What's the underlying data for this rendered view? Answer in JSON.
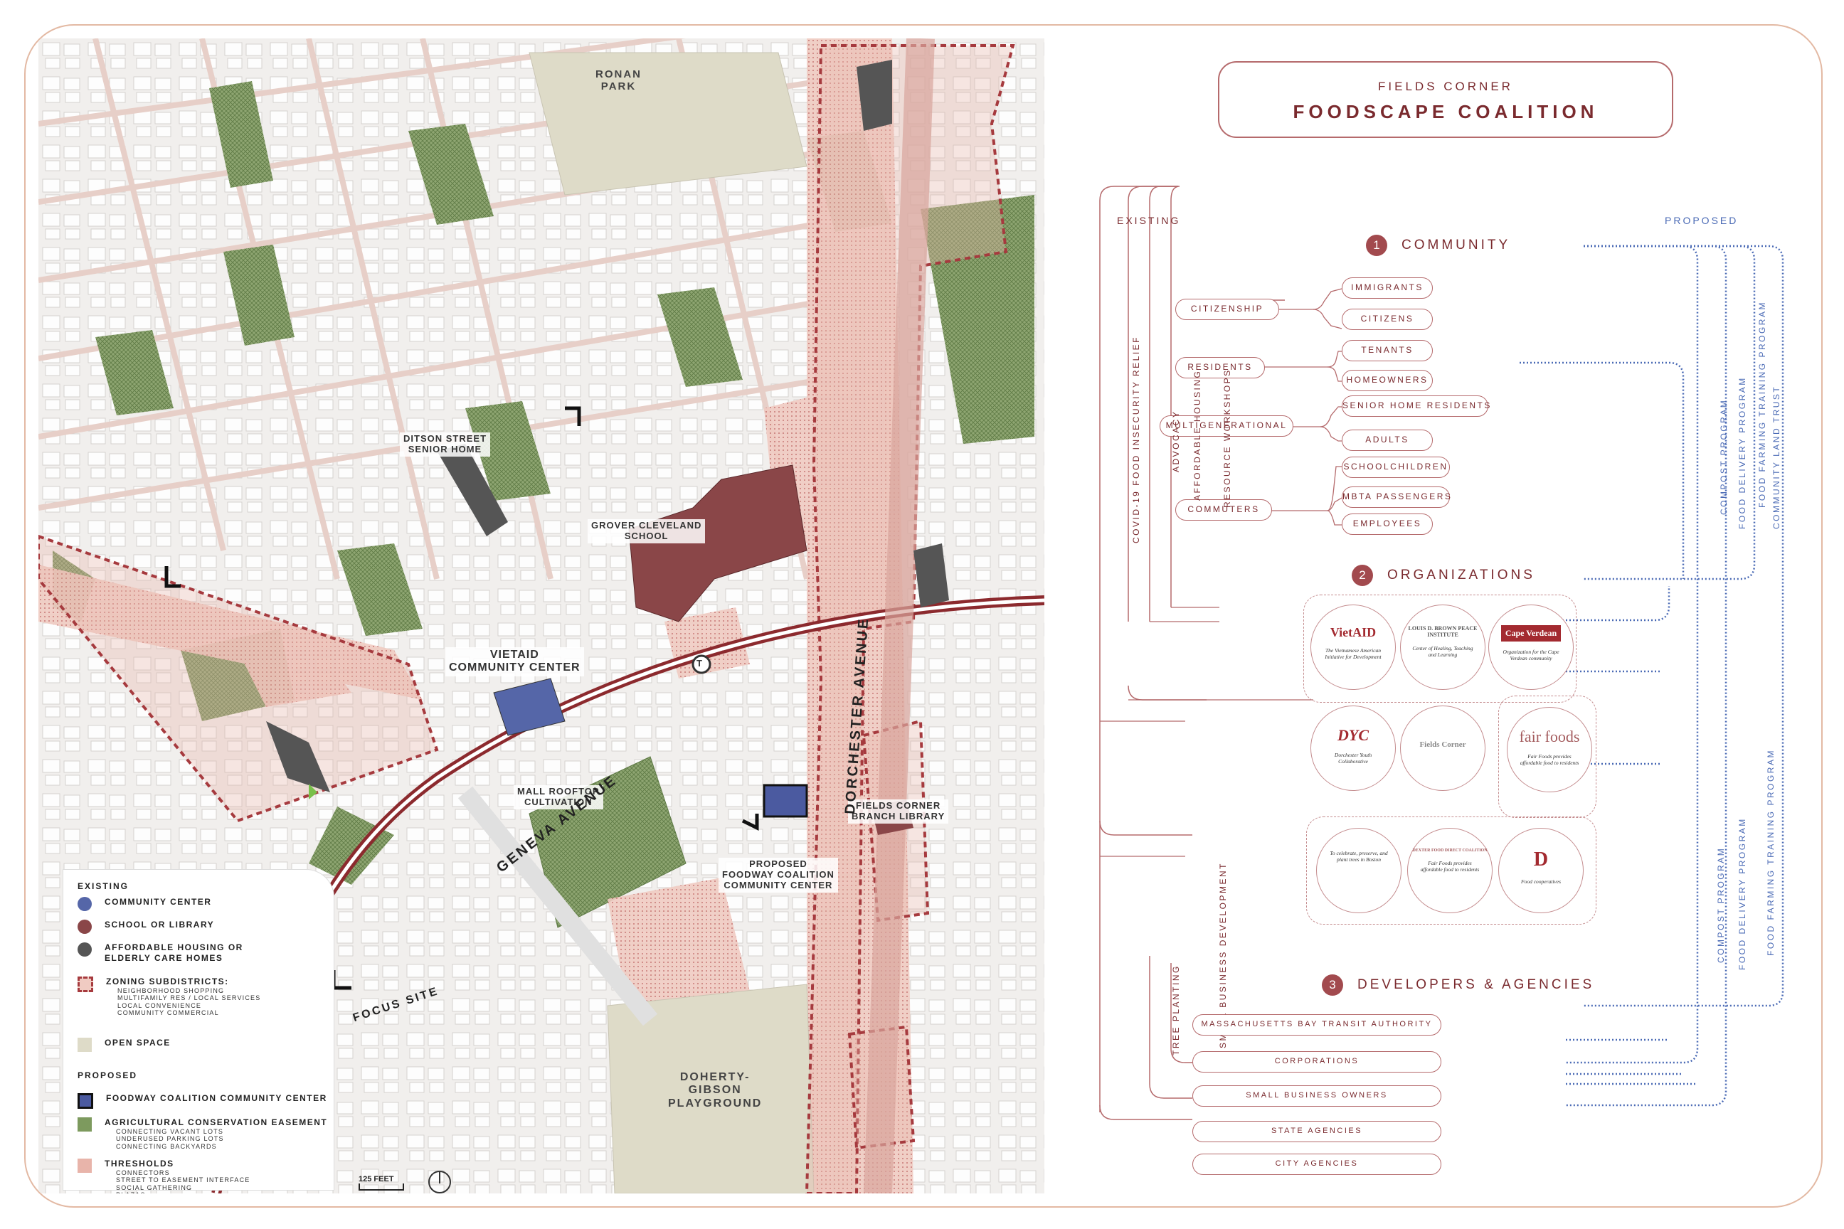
{
  "map": {
    "labels": {
      "ronan_park": "RONAN\nPARK",
      "ditson": "DITSON STREET\nSENIOR HOME",
      "grover": "GROVER CLEVELAND\nSCHOOL",
      "vietaid": "VIETAID\nCOMMUNITY CENTER",
      "mall": "MALL ROOFTOP\nCULTIVATION",
      "library": "FIELDS CORNER\nBRANCH LIBRARY",
      "proposed_center": "PROPOSED\nFOODWAY COALITION\nCOMMUNITY CENTER",
      "doherty": "DOHERTY-\nGIBSON\nPLAYGROUND",
      "dorchester_ave": "DORCHESTER AVENUE",
      "geneva_ave": "GENEVA AVENUE",
      "focus_site": "FOCUS SITE",
      "transit": "T"
    },
    "scale_label": "125 FEET",
    "legend": {
      "existing_heading": "EXISTING",
      "community_center": "COMMUNITY CENTER",
      "school_library": "SCHOOL OR LIBRARY",
      "affordable": "AFFORDABLE HOUSING OR\nELDERLY CARE HOMES",
      "zoning": "ZONING SUBDISTRICTS:",
      "zoning_sub": "NEIGHBORHOOD SHOPPING\nMULTIFAMILY RES / LOCAL SERVICES\nLOCAL CONVENIENCE\nCOMMUNITY COMMERCIAL",
      "open_space": "OPEN SPACE",
      "proposed_heading": "PROPOSED",
      "foodway": "FOODWAY COALITION COMMUNITY CENTER",
      "agri": "AGRICULTURAL CONSERVATION EASEMENT",
      "agri_sub": "CONNECTING VACANT LOTS\nUNDERUSED PARKING LOTS\nCONNECTING BACKYARDS",
      "thresholds": "THRESHOLDS",
      "thresholds_sub": "CONNECTORS\nSTREET TO EASEMENT INTERFACE\nSOCIAL GATHERING\nPLAZAS\nENTRY"
    },
    "colors": {
      "community_center": "#5566a8",
      "school_library": "#8a4648",
      "affordable": "#555555",
      "zoning": "#a63a3e",
      "open_space": "#dedbc8",
      "foodway": "#4b5aa0",
      "agri": "#7d9a5e",
      "thresholds": "#e8b4aa"
    }
  },
  "diagram": {
    "title_sub": "FIELDS CORNER",
    "title_main": "FOODSCAPE COALITION",
    "existing_label": "EXISTING",
    "proposed_label": "PROPOSED",
    "sections": [
      {
        "num": "1",
        "label": "COMMUNITY"
      },
      {
        "num": "2",
        "label": "ORGANIZATIONS"
      },
      {
        "num": "3",
        "label": "DEVELOPERS & AGENCIES"
      }
    ],
    "community": {
      "citizenship": "CITIZENSHIP",
      "immigrants": "IMMIGRANTS",
      "citizens": "CITIZENS",
      "residents": "RESIDENTS",
      "tenants": "TENANTS",
      "homeowners": "HOMEOWNERS",
      "multigenerational": "MULTIGENERATIONAL",
      "senior": "SENIOR HOME RESIDENTS",
      "adults": "ADULTS",
      "schoolchildren": "SCHOOLCHILDREN",
      "commuters": "COMMUTERS",
      "mbta": "MBTA PASSENGERS",
      "employees": "EMPLOYEES"
    },
    "existing_programs": [
      "COVID-19 FOOD INSECURITY RELIEF",
      "ADVOCACY",
      "AFFORDABLE HOUSING",
      "RESOURCE WORKSHOPS"
    ],
    "existing_programs_lower": [
      "TREE PLANTING",
      "SMALL BUSINESS DEVELOPMENT"
    ],
    "proposed_programs_upper": [
      "COMMUNITY LAND TRUST",
      "FOOD FARMING TRAINING PROGRAM",
      "FOOD DELIVERY PROGRAM",
      "COMPOST PROGRAM"
    ],
    "proposed_programs_lower": [
      "FOOD FARMING TRAINING PROGRAM",
      "FOOD DELIVERY PROGRAM",
      "COMPOST PROGRAM"
    ],
    "orgs": [
      {
        "name": "VietAID",
        "cap": "The Vietnamese American Initiative for Development"
      },
      {
        "name": "LOUIS D. BROWN PEACE INSTITUTE",
        "cap": "Center of Healing, Teaching and Learning"
      },
      {
        "name": "Cape Verdean",
        "cap": "Organization for the Cape Verdean community"
      },
      {
        "name": "DYC",
        "cap": "Dorchester Youth Collaborative"
      },
      {
        "name": "Fields Corner",
        "cap": ""
      },
      {
        "name": "fair foods",
        "cap": "Fair Foods provides affordable food to residents"
      },
      {
        "name": "",
        "cap": "To celebrate, preserve, and plant trees in Boston"
      },
      {
        "name": "DEXTER FOOD DIRECT COALITION",
        "cap": "Fair Foods provides affordable food to residents"
      },
      {
        "name": "D",
        "cap": "Food cooperatives"
      }
    ],
    "agencies": [
      "MASSACHUSETTS BAY TRANSIT AUTHORITY",
      "CORPORATIONS",
      "SMALL BUSINESS OWNERS",
      "STATE AGENCIES",
      "CITY AGENCIES"
    ]
  }
}
